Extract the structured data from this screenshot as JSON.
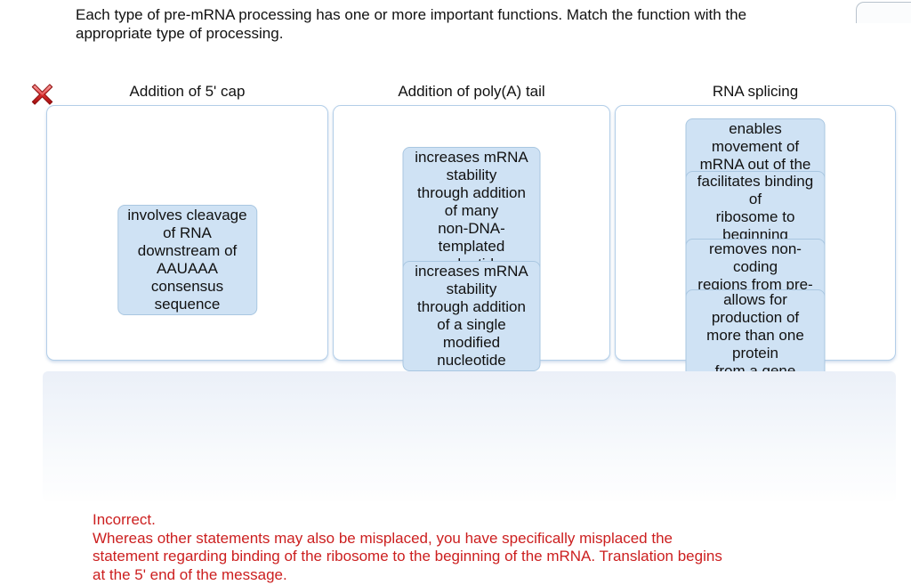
{
  "instruction": "Each type of pre-mRNA processing has one or more important functions. Match the function with the\nappropriate type of processing.",
  "status": {
    "icon": "red-x-icon",
    "meaning": "incorrect"
  },
  "columns": [
    {
      "header": "Addition of 5' cap",
      "items": [
        "involves cleavage of RNA\ndownstream of AAUAAA\nconsensus sequence"
      ]
    },
    {
      "header": "Addition of poly(A) tail",
      "items": [
        "increases mRNA stability\nthrough addition of many\nnon-DNA-templated\nnucleotides",
        "increases mRNA stability\nthrough addition of a single\nmodified nucleotide"
      ]
    },
    {
      "header": "RNA splicing",
      "items": [
        "enables movement of\nmRNA out of the nucleus",
        "facilitates binding of\nribosome to beginning\nof mRNA",
        "removes non-coding\nregions from pre-mRNA",
        "allows for production of\nmore than one protein\nfrom a gene"
      ]
    }
  ],
  "feedback": {
    "title": "Incorrect.",
    "message": "Whereas other statements may also be misplaced, you have specifically misplaced the\nstatement regarding binding of the ribosome to the beginning of the mRNA.  Translation begins\nat the 5' end of the message."
  },
  "colors": {
    "chip_background": "#cfe2f4",
    "chip_border": "#a9c7e1",
    "dropbox_border": "#b3cee8",
    "answer_bank_top": "#ebf0f8",
    "feedback_red": "#cc1f1f",
    "x_icon_red": "#c41212"
  }
}
